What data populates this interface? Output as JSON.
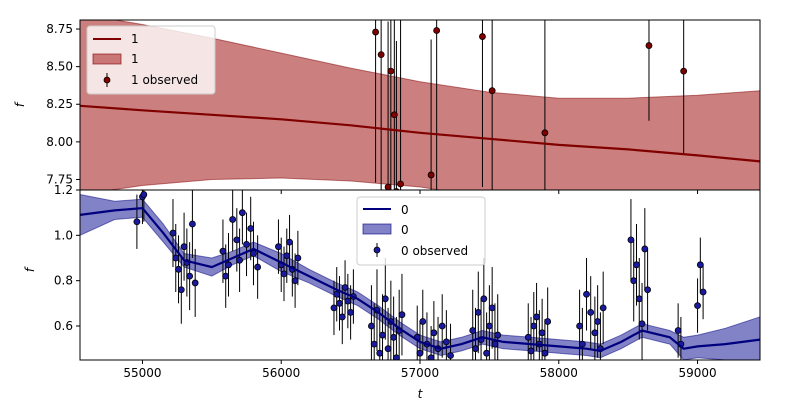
{
  "chart_data": [
    {
      "type": "line",
      "panel": "top",
      "xlim": [
        54550,
        59450
      ],
      "ylim": [
        7.68,
        8.81
      ],
      "ylabel": "f",
      "yticks": [
        7.75,
        8.0,
        8.25,
        8.5,
        8.75
      ],
      "ytick_labels": [
        "7.75",
        "8.00",
        "8.25",
        "8.50",
        "8.75"
      ],
      "grid": false,
      "legend_position": "upper-left",
      "legend": [
        {
          "kind": "line",
          "label": "1"
        },
        {
          "kind": "band",
          "label": "1"
        },
        {
          "kind": "errorbar",
          "label": "1 observed"
        }
      ],
      "colors": {
        "line": "#800000",
        "band": "#b03a3a",
        "band_opacity": 0.65,
        "points": "#800000",
        "errorbars": "#000000"
      },
      "series": [
        {
          "kind": "mean",
          "x": [
            54550,
            55000,
            55500,
            56000,
            56500,
            57000,
            57500,
            58000,
            58500,
            59000,
            59450
          ],
          "y": [
            8.24,
            8.21,
            8.18,
            8.15,
            8.11,
            8.06,
            8.02,
            7.98,
            7.95,
            7.91,
            7.87
          ]
        },
        {
          "kind": "band_upper",
          "x": [
            54550,
            55000,
            55500,
            56000,
            56500,
            57000,
            57500,
            58000,
            58500,
            59000,
            59450
          ],
          "y": [
            8.85,
            8.78,
            8.69,
            8.59,
            8.49,
            8.4,
            8.33,
            8.29,
            8.29,
            8.31,
            8.34
          ]
        },
        {
          "kind": "band_lower",
          "x": [
            54550,
            55000,
            55500,
            56000,
            56500,
            57000,
            57500,
            58000,
            58500,
            59000,
            59450
          ],
          "y": [
            7.65,
            7.71,
            7.75,
            7.76,
            7.74,
            7.7,
            7.63,
            7.56,
            7.48,
            7.4,
            7.32
          ]
        },
        {
          "kind": "observed",
          "x": [
            56680,
            56720,
            56770,
            56790,
            56815,
            56830,
            56860,
            57080,
            57120,
            57450,
            57520,
            57900,
            58650,
            58900
          ],
          "y": [
            8.73,
            8.58,
            7.7,
            8.47,
            8.18,
            7.67,
            7.72,
            7.78,
            8.74,
            8.7,
            8.34,
            8.06,
            8.64,
            8.47
          ],
          "err": [
            1.0,
            1.2,
            1.1,
            0.9,
            1.3,
            1.0,
            1.1,
            0.9,
            1.2,
            1.0,
            1.1,
            0.8,
            0.5,
            0.55
          ]
        }
      ]
    },
    {
      "type": "line",
      "panel": "bottom",
      "xlim": [
        54550,
        59450
      ],
      "ylim": [
        0.45,
        1.2
      ],
      "xlabel": "t",
      "ylabel": "f",
      "xticks": [
        55000,
        56000,
        57000,
        58000,
        59000
      ],
      "xtick_labels": [
        "55000",
        "56000",
        "57000",
        "58000",
        "59000"
      ],
      "yticks": [
        0.6,
        0.8,
        1.0,
        1.2
      ],
      "ytick_labels": [
        "0.6",
        "0.8",
        "1.0",
        "1.2"
      ],
      "grid": false,
      "legend_position": "upper-center",
      "legend": [
        {
          "kind": "line",
          "label": "0"
        },
        {
          "kind": "band",
          "label": "0"
        },
        {
          "kind": "errorbar",
          "label": "0 observed"
        }
      ],
      "colors": {
        "line": "#00007f",
        "band": "#2f2fa0",
        "band_opacity": 0.6,
        "points": "#1a1aa0",
        "errorbars": "#000000"
      },
      "series": [
        {
          "kind": "mean",
          "x": [
            54550,
            54800,
            55000,
            55150,
            55300,
            55500,
            55650,
            55800,
            56000,
            56200,
            56400,
            56550,
            56700,
            56850,
            57000,
            57150,
            57300,
            57450,
            57600,
            57800,
            58000,
            58200,
            58300,
            58450,
            58600,
            58800,
            58900,
            59000,
            59200,
            59450
          ],
          "y": [
            1.09,
            1.11,
            1.12,
            1.01,
            0.89,
            0.86,
            0.9,
            0.94,
            0.88,
            0.82,
            0.76,
            0.72,
            0.66,
            0.59,
            0.53,
            0.5,
            0.52,
            0.55,
            0.53,
            0.52,
            0.51,
            0.5,
            0.49,
            0.53,
            0.58,
            0.55,
            0.5,
            0.51,
            0.52,
            0.54
          ]
        },
        {
          "kind": "band_upper",
          "x": [
            54550,
            54800,
            55000,
            55150,
            55300,
            55500,
            55650,
            55800,
            56000,
            56200,
            56400,
            56550,
            56700,
            56850,
            57000,
            57150,
            57300,
            57450,
            57600,
            57800,
            58000,
            58200,
            58300,
            58450,
            58600,
            58800,
            58900,
            59000,
            59200,
            59450
          ],
          "y": [
            1.18,
            1.15,
            1.16,
            1.05,
            0.92,
            0.9,
            0.93,
            0.97,
            0.92,
            0.85,
            0.79,
            0.75,
            0.69,
            0.62,
            0.56,
            0.53,
            0.55,
            0.58,
            0.56,
            0.55,
            0.54,
            0.53,
            0.52,
            0.56,
            0.61,
            0.58,
            0.55,
            0.56,
            0.59,
            0.64
          ]
        },
        {
          "kind": "band_lower",
          "x": [
            54550,
            54800,
            55000,
            55150,
            55300,
            55500,
            55650,
            55800,
            56000,
            56200,
            56400,
            56550,
            56700,
            56850,
            57000,
            57150,
            57300,
            57450,
            57600,
            57800,
            58000,
            58200,
            58300,
            58450,
            58600,
            58800,
            58900,
            59000,
            59200,
            59450
          ],
          "y": [
            1.0,
            1.07,
            1.08,
            0.97,
            0.86,
            0.82,
            0.87,
            0.91,
            0.84,
            0.79,
            0.73,
            0.69,
            0.63,
            0.56,
            0.5,
            0.47,
            0.49,
            0.52,
            0.5,
            0.49,
            0.48,
            0.47,
            0.46,
            0.5,
            0.55,
            0.52,
            0.45,
            0.46,
            0.45,
            0.44
          ]
        },
        {
          "kind": "observed",
          "clusters": [
            {
              "x": [
                54960,
                55000,
                55010
              ],
              "y": [
                1.06,
                1.17,
                1.18
              ],
              "err": 0.12
            },
            {
              "x": [
                55220,
                55240,
                55260,
                55280,
                55300,
                55320,
                55340,
                55360,
                55380
              ],
              "y": [
                1.01,
                0.9,
                0.85,
                0.76,
                0.95,
                0.88,
                0.82,
                1.05,
                0.79
              ],
              "err": 0.15
            },
            {
              "x": [
                55580,
                55600,
                55620,
                55650,
                55680,
                55700,
                55720,
                55750,
                55780,
                55800,
                55830
              ],
              "y": [
                0.93,
                0.82,
                0.87,
                1.07,
                0.98,
                0.89,
                1.1,
                0.96,
                1.03,
                0.92,
                0.86
              ],
              "err": 0.14
            },
            {
              "x": [
                55980,
                56000,
                56020,
                56040,
                56060,
                56080,
                56100,
                56120
              ],
              "y": [
                0.95,
                0.87,
                0.83,
                0.91,
                0.97,
                0.85,
                0.8,
                0.9
              ],
              "err": 0.12
            },
            {
              "x": [
                56380,
                56400,
                56420,
                56440,
                56460,
                56480,
                56500,
                56520
              ],
              "y": [
                0.68,
                0.74,
                0.7,
                0.64,
                0.77,
                0.71,
                0.66,
                0.73
              ],
              "err": 0.12
            },
            {
              "x": [
                56650,
                56670,
                56690,
                56710,
                56730,
                56750,
                56770,
                56790,
                56810,
                56830,
                56850,
                56870
              ],
              "y": [
                0.6,
                0.52,
                0.67,
                0.48,
                0.56,
                0.72,
                0.5,
                0.62,
                0.55,
                0.46,
                0.58,
                0.65
              ],
              "err": 0.18
            },
            {
              "x": [
                56980,
                57000,
                57020,
                57050,
                57080,
                57100,
                57130,
                57160,
                57190,
                57220
              ],
              "y": [
                0.55,
                0.48,
                0.62,
                0.52,
                0.46,
                0.57,
                0.5,
                0.6,
                0.53,
                0.47
              ],
              "err": 0.14
            },
            {
              "x": [
                57380,
                57400,
                57420,
                57440,
                57460,
                57480,
                57500,
                57520,
                57540,
                57560
              ],
              "y": [
                0.58,
                0.5,
                0.66,
                0.54,
                0.72,
                0.48,
                0.6,
                0.68,
                0.52,
                0.56
              ],
              "err": 0.18
            },
            {
              "x": [
                57780,
                57800,
                57820,
                57840,
                57860,
                57880,
                57900,
                57920
              ],
              "y": [
                0.55,
                0.49,
                0.6,
                0.64,
                0.52,
                0.57,
                0.48,
                0.62
              ],
              "err": 0.15
            },
            {
              "x": [
                58150,
                58170,
                58200,
                58230,
                58260,
                58280,
                58300,
                58320
              ],
              "y": [
                0.6,
                0.52,
                0.74,
                0.66,
                0.57,
                0.62,
                0.5,
                0.68
              ],
              "err": 0.16
            },
            {
              "x": [
                58520,
                58540,
                58560,
                58580,
                58600,
                58620,
                58640
              ],
              "y": [
                0.98,
                0.8,
                0.87,
                0.72,
                0.61,
                0.94,
                0.76
              ],
              "err": 0.18
            },
            {
              "x": [
                58860,
                58880,
                59000,
                59020,
                59040
              ],
              "y": [
                0.58,
                0.52,
                0.69,
                0.87,
                0.75
              ],
              "err": 0.12
            }
          ]
        }
      ]
    }
  ]
}
